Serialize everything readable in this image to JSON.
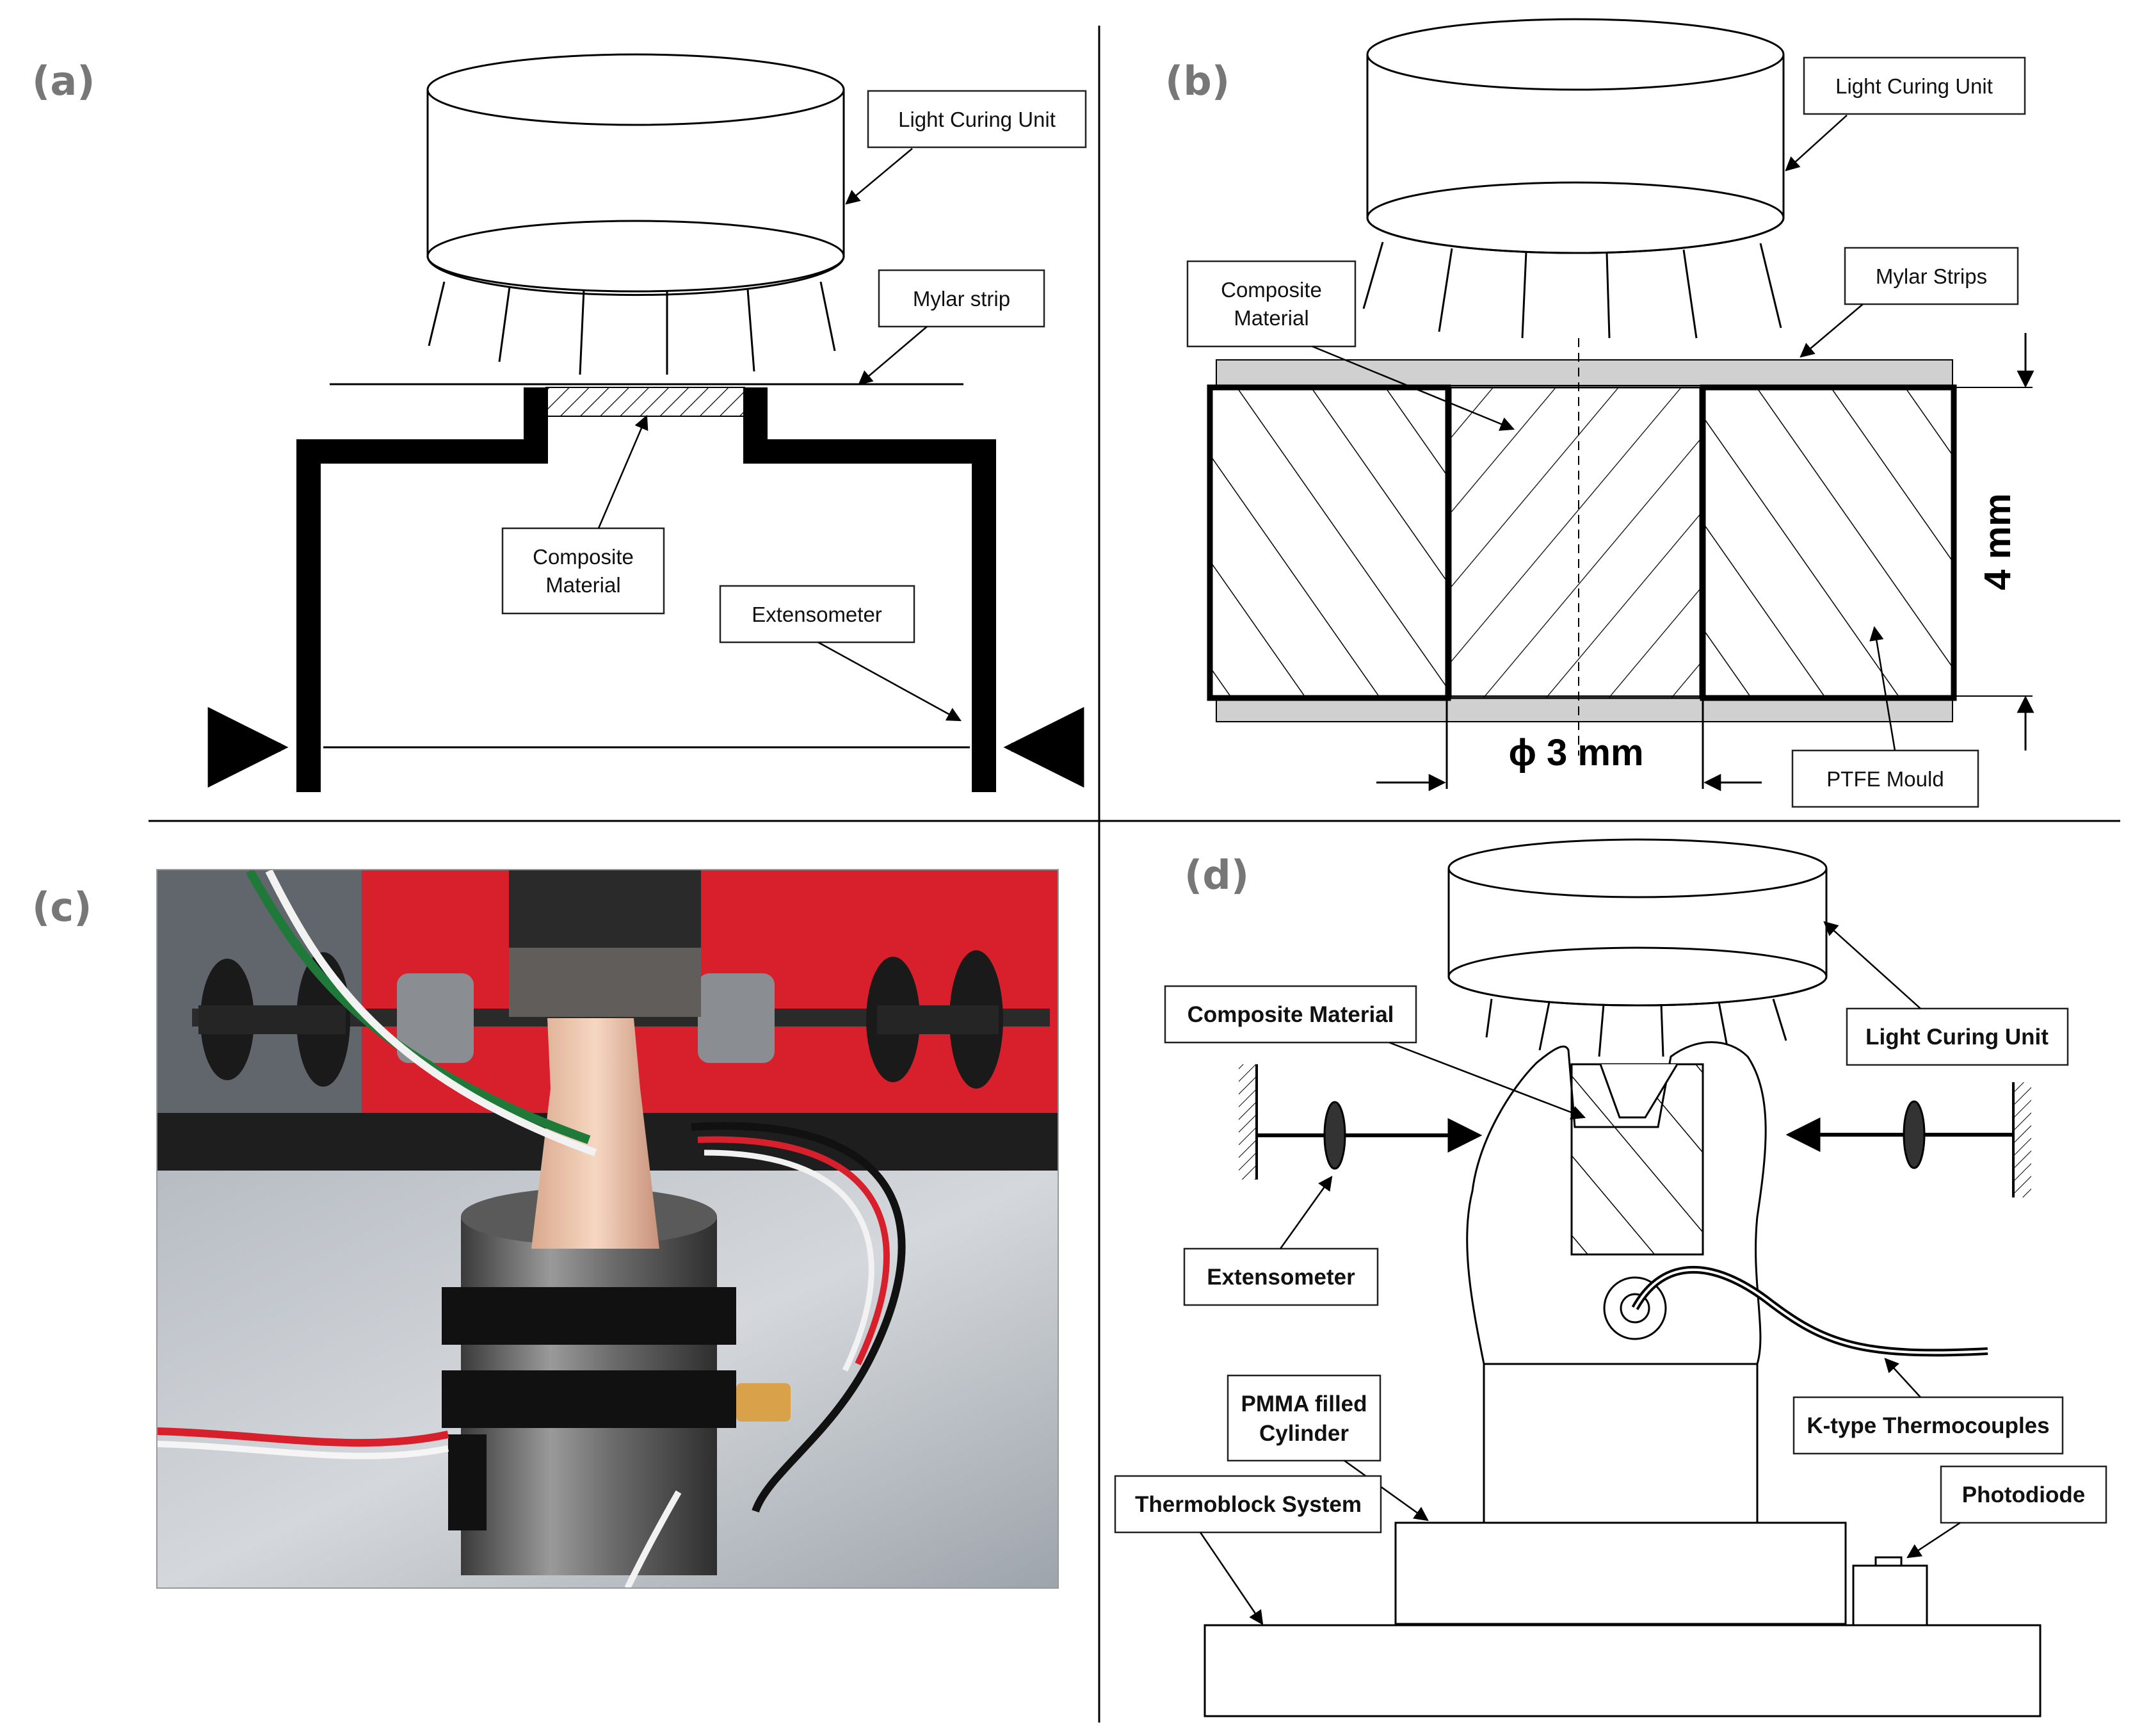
{
  "panels": {
    "a": "(a)",
    "b": "(b)",
    "c": "(c)",
    "d": "(d)"
  },
  "panel_a": {
    "light_curing_unit": "Light Curing Unit",
    "mylar_strip": "Mylar strip",
    "composite_line1": "Composite",
    "composite_line2": "Material",
    "extensometer": "Extensometer"
  },
  "panel_b": {
    "light_curing_unit": "Light Curing Unit",
    "composite_line1": "Composite",
    "composite_line2": "Material",
    "mylar_strips": "Mylar Strips",
    "ptfe_mould": "PTFE Mould",
    "height_dim": "4 mm",
    "diameter_dim": "ϕ 3 mm"
  },
  "panel_d": {
    "composite_material": "Composite Material",
    "light_curing_unit": "Light Curing Unit",
    "extensometer": "Extensometer",
    "pmma_line1": "PMMA filled",
    "pmma_line2": "Cylinder",
    "thermocouples": "K-type Thermocouples",
    "thermoblock": "Thermoblock System",
    "photodiode": "Photodiode"
  },
  "colors": {
    "line": "#000000",
    "panel_label": "#777777",
    "mylar_fill": "#d0d0d0",
    "photo_red": "#d8202c"
  }
}
